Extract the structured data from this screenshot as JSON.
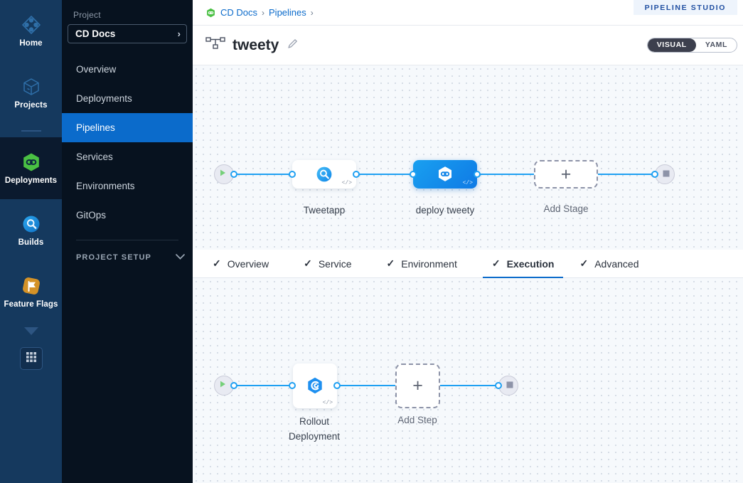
{
  "rail": {
    "items": [
      {
        "label": "Home",
        "icon": "home-diamond-icon",
        "style": "lighter"
      },
      {
        "label": "Projects",
        "icon": "cube-icon",
        "style": "lighter"
      },
      {
        "label": "Deployments",
        "icon": "deployments-hex-icon",
        "style": "dark"
      },
      {
        "label": "Builds",
        "icon": "builds-circle-icon",
        "style": "lighter"
      },
      {
        "label": "Feature Flags",
        "icon": "feature-flag-icon",
        "style": "lighter"
      }
    ],
    "more_icon": "chevron-down-icon",
    "grid_icon": "app-grid-icon"
  },
  "sidebar": {
    "section_label": "Project",
    "project_name": "CD Docs",
    "project_chevron": "chevron-right-icon",
    "items": [
      {
        "label": "Overview",
        "active": false
      },
      {
        "label": "Deployments",
        "active": false
      },
      {
        "label": "Pipelines",
        "active": true
      },
      {
        "label": "Services",
        "active": false
      },
      {
        "label": "Environments",
        "active": false
      },
      {
        "label": "GitOps",
        "active": false
      }
    ],
    "setup_label": "PROJECT SETUP",
    "setup_chevron": "chevron-down-icon"
  },
  "header": {
    "studio_badge": "PIPELINE STUDIO",
    "breadcrumb": [
      {
        "label": "CD Docs",
        "sep": "›"
      },
      {
        "label": "Pipelines",
        "sep": "›"
      }
    ],
    "breadcrumb_icon": "deployments-hex-icon",
    "pipeline_icon": "pipeline-tree-icon",
    "pipeline_title": "tweety",
    "edit_icon": "pencil-icon",
    "view_toggle": {
      "options": [
        "VISUAL",
        "YAML"
      ],
      "selected": "VISUAL"
    }
  },
  "stage_canvas": {
    "start_icon": "play-icon",
    "end_icon": "stop-icon",
    "nodes": [
      {
        "label": "Tweetapp",
        "icon": "build-stage-icon",
        "selected": false,
        "code_badge": "</>"
      },
      {
        "label": "deploy tweety",
        "icon": "deploy-stage-icon",
        "selected": true,
        "code_badge": "</>"
      }
    ],
    "add_stage": {
      "label": "Add Stage",
      "icon": "plus-icon"
    }
  },
  "tabs": [
    {
      "label": "Overview",
      "check": "✓",
      "active": false
    },
    {
      "label": "Service",
      "check": "✓",
      "active": false
    },
    {
      "label": "Environment",
      "check": "✓",
      "active": false
    },
    {
      "label": "Execution",
      "check": "✓",
      "active": true
    },
    {
      "label": "Advanced",
      "check": "✓",
      "active": false
    }
  ],
  "step_canvas": {
    "start_icon": "play-icon",
    "end_icon": "stop-icon",
    "steps": [
      {
        "label": "Rollout Deployment",
        "icon": "rollout-deployment-icon",
        "code_badge": "</>"
      }
    ],
    "add_step": {
      "label": "Add Step",
      "icon": "plus-icon"
    }
  },
  "colors": {
    "accent_blue": "#0b6bcb",
    "edge_blue": "#1fa0f2",
    "rail_dark": "#0b1a2e",
    "rail_light": "#15395e",
    "sidebar_bg": "#07121f",
    "canvas_bg": "#f6f9fc",
    "green": "#4ac043"
  }
}
